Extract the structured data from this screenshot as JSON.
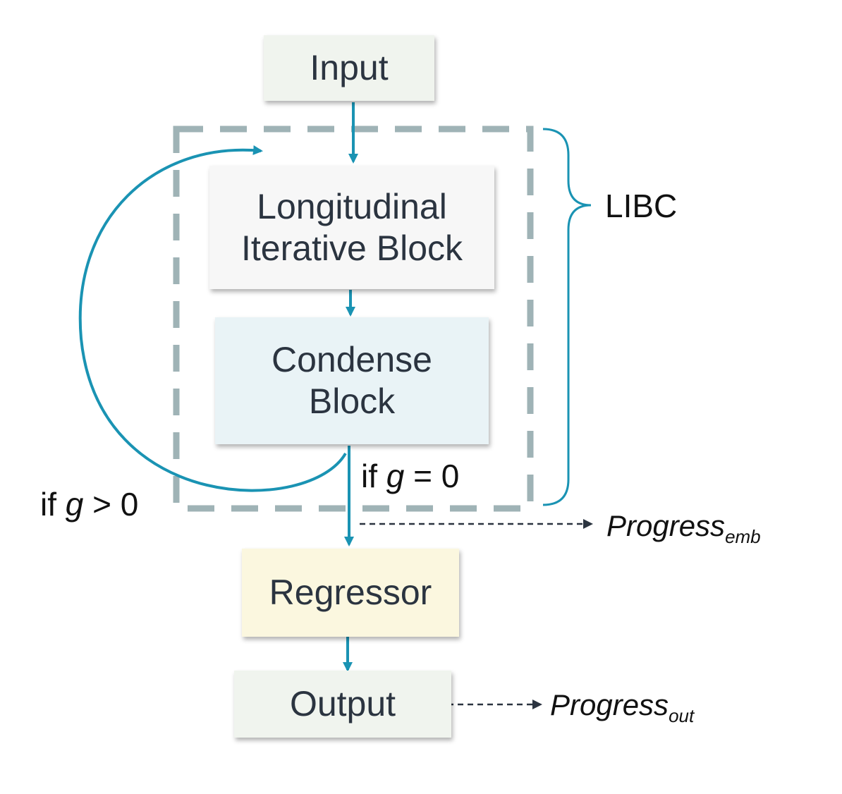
{
  "nodes": {
    "input": {
      "lines": [
        "Input"
      ],
      "fill": "#f0f4ee"
    },
    "lib": {
      "lines": [
        "Longitudinal",
        "Iterative Block"
      ],
      "fill": "#f7f7f7"
    },
    "condense": {
      "lines": [
        "Condense",
        "Block"
      ],
      "fill": "#e9f3f6"
    },
    "regressor": {
      "lines": [
        "Regressor"
      ],
      "fill": "#fbf7df"
    },
    "output": {
      "lines": [
        "Output"
      ],
      "fill": "#f0f4ee"
    }
  },
  "group": {
    "label": "LIBC"
  },
  "conditions": {
    "loop": {
      "prefix": "if ",
      "var": "g",
      "suffix": " > 0"
    },
    "exit": {
      "prefix": "if ",
      "var": "g",
      "suffix": " = 0"
    }
  },
  "outputs": {
    "emb": {
      "base": "Progress",
      "sub": "emb"
    },
    "out": {
      "base": "Progress",
      "sub": "out"
    }
  },
  "colors": {
    "arrow": "#1a93b3",
    "dashed_frame": "#9fb3b6",
    "dashed_arrow": "#2b3440",
    "text": "#111111"
  }
}
